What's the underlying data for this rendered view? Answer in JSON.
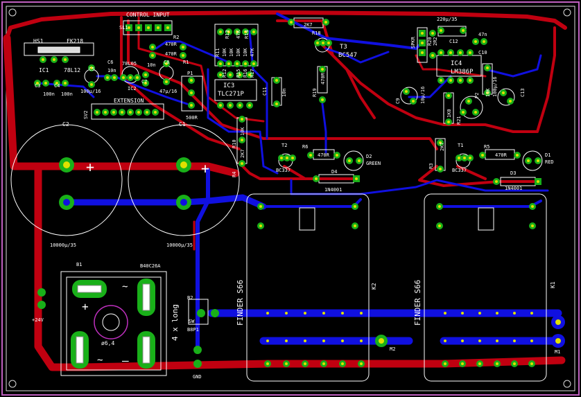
{
  "board": {
    "colors": {
      "background": "#000000",
      "top_copper": "#c00010",
      "bottom_copper": "#1010e0",
      "pad": "#19b019",
      "pad_hole": "#e0e000",
      "silkscreen": "#ffffff",
      "outline": "#d0d0d0",
      "frame_accent": "#c060c0"
    }
  },
  "labels": {
    "hs1": "HS1",
    "fk218": "FK218",
    "ic1": "IC1",
    "ic1_part": "78L12",
    "c3": "C3",
    "c3_val": "100n",
    "c4": "C4",
    "c4_val": "100n",
    "c5": "C5",
    "c5_val": "100μ/16",
    "c6": "C6",
    "c6_val": "10n",
    "ic2_part": "78L05",
    "ic2": "IC2",
    "c8": "C8",
    "c8_val": "47μ/16",
    "control_input": "CONTROL INPUT",
    "sl1": "SL1",
    "r2": "R2",
    "r2_val": "470R",
    "r1_val": "470R",
    "r1": "R1",
    "c7_val": "10n",
    "c7": "C7",
    "p1": "P1",
    "p1_val": "500R",
    "ic3": "IC3",
    "ic3_part": "TLC271P",
    "c11": "C11",
    "c11_val": "10n",
    "r11": "R11",
    "r12": "R12",
    "r13": "R13",
    "r14": "R14",
    "r15": "R15",
    "r16": "R16",
    "r17": "R17",
    "r17_val": "47K",
    "r16_val": "10K",
    "r14_val": "47K",
    "r13_val": "10K",
    "r11_val": "10K",
    "r12_val": "10K",
    "r18_val": "2K7",
    "r18": "R18",
    "t3": "T3",
    "t3_part": "BC547",
    "r19": "R19",
    "r19_val": "470R",
    "c12_val": "220μ/35",
    "c12": "C12",
    "c10_val": "47n",
    "c10": "C10",
    "spkr": "SPKR",
    "r20": "R20",
    "r20_val": "2R2",
    "ic4": "IC4",
    "ic4_part": "LM386P",
    "c9": "C9",
    "c9_val": "10μ/16",
    "r21_val": "1K0",
    "r21": "R21",
    "p2": "P2",
    "c13": "C13",
    "c13_val": "100μ/16",
    "c14_val": "10K",
    "ext": "EXTENSION",
    "sv2": "SV2",
    "c2": "C2",
    "c2_val": "10000μ/35",
    "c1": "C1",
    "c1_val": "10000μ/35",
    "r10": "R10",
    "r10_val": "10K",
    "r4": "R4",
    "r4_val": "2K7",
    "t2": "T2",
    "t2_part": "BC337",
    "r6": "R6",
    "r6_val": "470R",
    "d2": "D2",
    "d2_color": "GREEN",
    "d4": "D4",
    "d4_part": "1N4001",
    "r3_val": "2K7",
    "r3": "R3",
    "t1": "T1",
    "t1_part": "BC337",
    "r5": "R5",
    "r5_val": "470R",
    "d1": "D1",
    "d1_color": "RED",
    "d3": "D3",
    "d3_part": "1N4001",
    "b1": "B1",
    "b1_part": "B40C26A",
    "bridge_dia": "ø6,4",
    "long": "4 x long",
    "b2": "B2",
    "b2_part": "SW",
    "b2_ref": "B8P1",
    "gnd": "GND",
    "v24": "+24V",
    "finder_k2": "FINDER S66",
    "k2": "K2",
    "finder_k1": "FINDER S66",
    "k1": "K1",
    "m2": "M2",
    "m1": "M1"
  }
}
